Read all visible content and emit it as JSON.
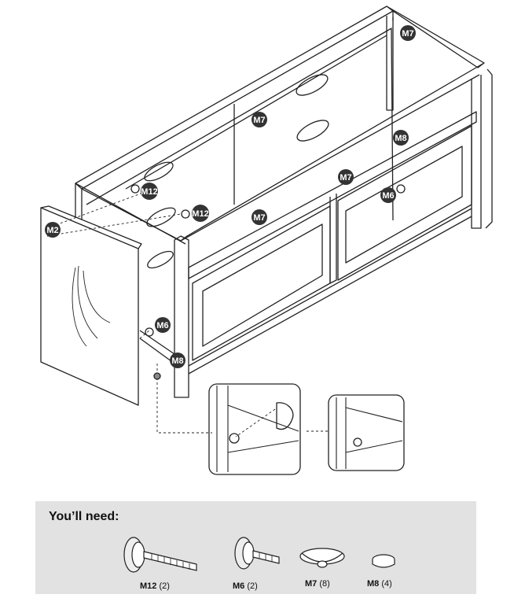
{
  "callouts": {
    "m2": "M2",
    "m6_left": "M6",
    "m6_right": "M6",
    "m7_top": "M7",
    "m7_back": "M7",
    "m7_mid": "M7",
    "m7_front": "M7",
    "m8_left": "M8",
    "m8_right": "M8",
    "m12_a": "M12",
    "m12_b": "M12"
  },
  "needs": {
    "title": "You’ll need:",
    "parts": [
      {
        "code": "M12",
        "qty": "(2)",
        "icon": "long-cam-bolt-icon"
      },
      {
        "code": "M6",
        "qty": "(2)",
        "icon": "short-cam-bolt-icon"
      },
      {
        "code": "M7",
        "qty": "(8)",
        "icon": "cam-lock-icon"
      },
      {
        "code": "M8",
        "qty": "(4)",
        "icon": "glide-foot-icon"
      }
    ]
  },
  "colors": {
    "line": "#222222",
    "callout_fill": "#333333",
    "panel_bg": "#e2e2e2"
  }
}
